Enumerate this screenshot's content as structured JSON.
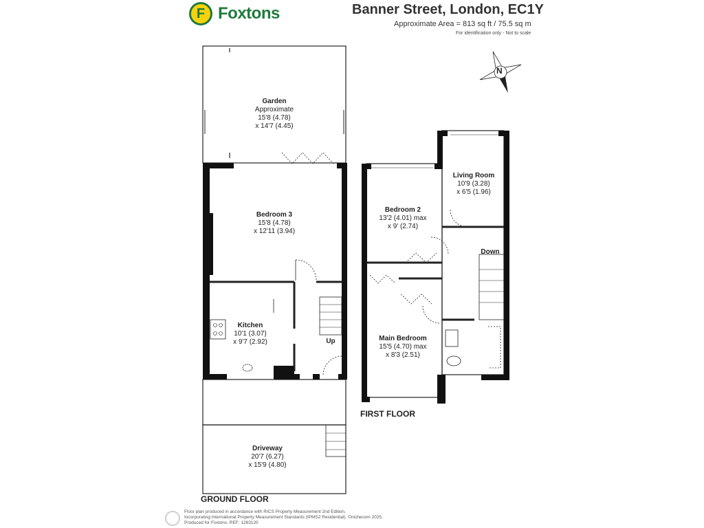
{
  "brand": {
    "logo_letter": "F",
    "logo_text": "Foxtons",
    "color_green": "#1f7a3e",
    "color_yellow": "#f6d20b"
  },
  "header": {
    "title": "Banner Street, London, EC1Y",
    "area": "Approximate Area = 813 sq ft / 75.5 sq m",
    "disclaimer": "For identification only - Not to scale"
  },
  "compass": {
    "letter": "N",
    "icon": "compass-icon"
  },
  "ground_floor": {
    "label": "GROUND FLOOR",
    "rooms": [
      {
        "name": "Garden",
        "lines": [
          "Approximate",
          "15'8 (4.78)",
          "x 14'7 (4.45)"
        ]
      },
      {
        "name": "Bedroom 3",
        "lines": [
          "15'8 (4.78)",
          "x 12'11 (3.94)"
        ]
      },
      {
        "name": "Kitchen",
        "lines": [
          "10'1 (3.07)",
          "x 9'7 (2.92)"
        ]
      },
      {
        "name": "Driveway",
        "lines": [
          "20'7 (6.27)",
          "x 15'9 (4.80)"
        ]
      }
    ],
    "stairs_label": "Up"
  },
  "first_floor": {
    "label": "FIRST FLOOR",
    "rooms": [
      {
        "name": "Living Room",
        "lines": [
          "10'9 (3.28)",
          "x 6'5 (1.96)"
        ]
      },
      {
        "name": "Bedroom 2",
        "lines": [
          "13'2 (4.01) max",
          "x 9' (2.74)"
        ]
      },
      {
        "name": "Main Bedroom",
        "lines": [
          "15'5 (4.70) max",
          "x 8'3 (2.51)"
        ]
      }
    ],
    "stairs_label": "Down"
  },
  "footer": {
    "lines": [
      "Floor plan produced in accordance with RICS Property Measurement 2nd Edition,",
      "Incorporating International Property Measurement Standards (IPMS2 Residential). ©nichecom 2025.",
      "Produced for Foxtons. REF: 1263120"
    ]
  }
}
